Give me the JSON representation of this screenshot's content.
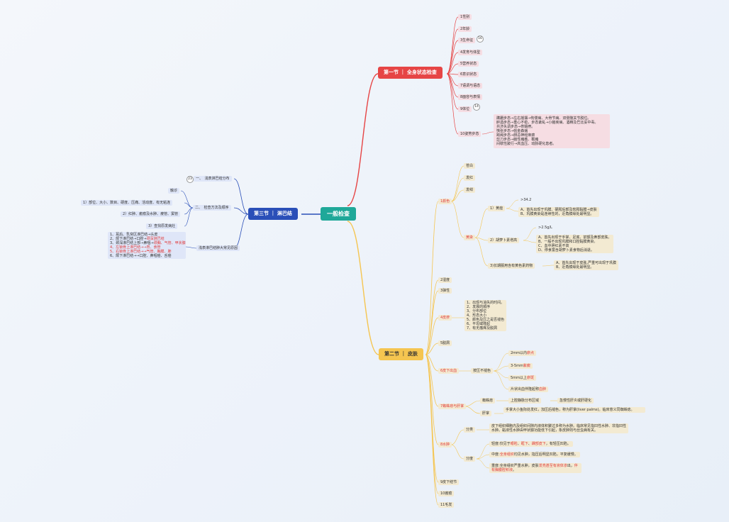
{
  "root": {
    "label": "一般检查"
  },
  "sec1": {
    "label": "第一节 ｜ 全身状态检查",
    "items": [
      "1性别",
      "2年龄",
      "3生命征",
      "4发育与体型",
      "5营养状态",
      "6意识状态",
      "7语调与语态",
      "8面容与表情",
      "9体位",
      "10姿势步态"
    ],
    "vitals_badge": "16",
    "posture_badge": "14",
    "gait_lines": [
      "蹒跚步态→左右摇摆→佝偻病、大骨节病、双侧髋关节脱位。",
      "醉酒步态→重心不稳，步态紊乱→小脑疾病、酒精及巴比妥中毒。",
      "共济失调步态→脊髓痨。",
      "慌张步态→帕金森病",
      "跨阈步态→腓总神经麻痹",
      "剪刀步态→脑性瘫痪、截瘫",
      "间歇性跛行→高血压、动脉硬化患者。"
    ]
  },
  "sec2": {
    "label": "第二节 ｜ 皮肤",
    "color_label": "1颜色",
    "color_items": [
      "苍白",
      "发红",
      "发绀"
    ],
    "jaundice_label": "黄染",
    "carrot_label": "1）黄疸",
    "carrot_val": ">34.2",
    "carrot_a": "A、首先出现于巩膜、硬腭后部及软腭黏膜→皮肤",
    "carrot_b": "B、巩膜黄染是连续性的，近角膜缘处最明显。",
    "carotene_label": "2）胡萝卜素增高",
    "carotene_val": ">2.5g/L",
    "carotene_lines": [
      "A、首先出现于手掌、足底、前额及鼻部皮肤。",
      "B、一般不出现巩膜和口腔黏膜黄染。",
      "C、血中胆红素不高",
      "D、停食富含胡萝卜素食物后消退。"
    ],
    "drug_label": "3)长期服用含有黄色素药物",
    "drug_lines": [
      "A、首先出现于皮肤,严重可出现于巩膜",
      "B、近角膜缘处最明显。"
    ],
    "moisture": "2湿度",
    "elasticity": "3弹性",
    "rash_label": "4皮疹",
    "rash_lines": [
      "1、出现与消失的时间。",
      "2、发展的顺序",
      "3、分布部位",
      "4、形态大小",
      "5、颜色及压之是否褪色",
      "6、平坦或隆起",
      "7、有无瘙痒及脱屑"
    ],
    "desquamation": "5脱屑",
    "hemorrhage_label": "6皮下出血",
    "hemorrhage_sub": "按压不褪色",
    "hemorrhage_items": [
      [
        "2mm以内",
        "瘀点"
      ],
      [
        "3-5mm",
        "紫癜"
      ],
      [
        "5mm以上",
        "瘀斑"
      ],
      [
        "片状出血伴隆起称",
        "血肿"
      ]
    ],
    "spider_label": "7蜘蛛痣与肝掌",
    "spider_sub": "蜘蛛痣",
    "spider_desc": "上腔静脉分布区域",
    "spider_result": "急慢性肝炎或肝硬化",
    "palm_sub": "肝掌",
    "palm_desc": "手掌大小鱼际处发红，加压后褪色，称为肝掌(liver palms)。临床意义同蜘蛛痣。",
    "edema_label": "8水肿",
    "edema_class_label": "分类",
    "edema_class": "皮下组织细胞内及组织间隙内液体积聚过多称为水肿。临床常见指凹性水肿、非指凹性水肿。黏液性水肿由甲状腺功能低下引起，象皮肿则与丝虫病有关。",
    "edema_grade_label": "分度",
    "mild": [
      "轻度:仅见于",
      "眼睑",
      "、",
      "眶下",
      "、",
      "踝部皮下",
      "，有轻压凹陷。"
    ],
    "moderate": [
      "中度:",
      "全身组织",
      "均见水肿，指压后明显凹陷，平复缓慢。"
    ],
    "severe": [
      "重度:全身组织严重水肿，皮肤",
      "发亮甚至有液体渗",
      "出，",
      "伴有胸腹腔积液",
      "。"
    ],
    "nodule": "9皮下结节",
    "scar": "10瘢痕",
    "hair": "11毛发"
  },
  "sec3": {
    "label": "第三节 ｜ 淋巴结",
    "dist_badge": "23",
    "dist": "一、　浅表淋巴结分布",
    "order_label": "二、　检查方法及顺序",
    "order_top": "触诊",
    "order_items": [
      "1）部位、大小、数目、硬度、压痛、活动度、有无粘连",
      "2）红肿、瘢痕及水肿、瘘管、窦管",
      "3）查找原发病灶"
    ],
    "cause_label": "浅表淋巴结肿大常见原因",
    "cause_lines": [
      [
        "1、耳后、乳突区淋巴结→头皮"
      ],
      [
        "2、颌下淋巴结→口腔→",
        "颈深淋巴结"
      ],
      [
        "3、颈深淋巴结上部→鼻咽→",
        "颈胸、气管、甲状腺"
      ],
      [
        "4、左锁骨上淋巴结→→胃、食管"
      ],
      [
        "5、右锁骨上淋巴结→→气管、胸膜、肺"
      ],
      [
        "6、颌下淋巴结→→口腔、鼻咽癌、舌癌"
      ]
    ]
  },
  "colors": {
    "root": "#1fa899",
    "sec1": "#e64545",
    "sec2": "#f5c550",
    "sec3": "#2a4fb8"
  }
}
